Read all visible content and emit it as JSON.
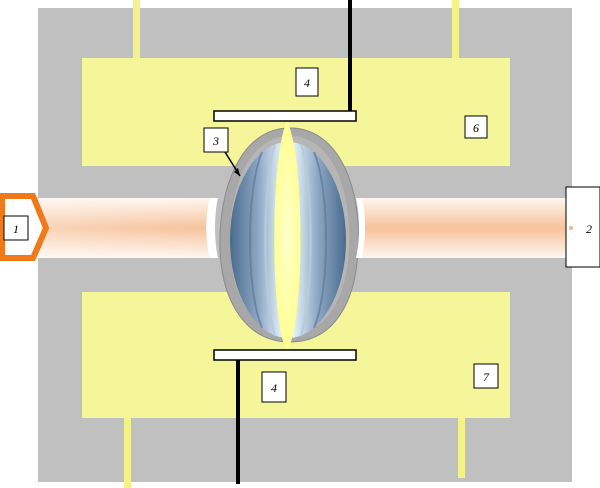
{
  "labels": {
    "input_port": "1",
    "output_port": "2",
    "cell": "3",
    "top_electrode": "4",
    "bottom_electrode": "4",
    "top_block": "6",
    "bottom_block": "7"
  },
  "colors": {
    "housing": "#c0c0c0",
    "pole_block": "#f5f59a",
    "channel": "#fbe4d2",
    "beam": "#f6c59e",
    "input_arrow": "#f07a1a",
    "wire": "#000000",
    "lead": "#f3f38a",
    "lens_dark": "#4f6e92",
    "lens_light": "#dfeef8",
    "core": "#ffffa8"
  }
}
